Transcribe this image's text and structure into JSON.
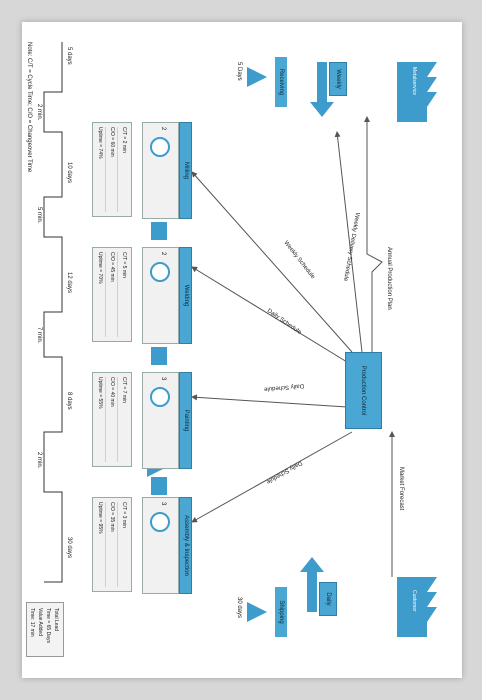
{
  "suppliers": {
    "label": "Metalservice"
  },
  "customer": {
    "label": "Customer"
  },
  "production_control": {
    "label": "Production Control"
  },
  "annual_plan": "Annual Production Plan",
  "market_forecast": "Market Forecast",
  "weekly_delivery_schedule": "Weekly Delivery Schedule",
  "weekly_schedule": "Weekly Schedule",
  "daily_schedule_1": "Daily Schedule",
  "daily_schedule_2": "Daily Schedule",
  "daily_schedule_3": "Daily Schedule",
  "truck_in": "Weekly",
  "truck_out": "Daily",
  "receiving": {
    "label": "Receiving",
    "inventory": "5 Days"
  },
  "shipping": {
    "label": "Shipping",
    "inventory": "30 days"
  },
  "processes": [
    {
      "name": "Milling",
      "operators": "2",
      "data": [
        "C/T = 2 min",
        "C/O = 60 min",
        "Uptime = 74%"
      ]
    },
    {
      "name": "Welding",
      "operators": "2",
      "data": [
        "C/T = 5 min",
        "C/O = 45 min",
        "Uptime = 70%"
      ]
    },
    {
      "name": "Painting",
      "operators": "3",
      "data": [
        "C/T = 7 min",
        "C/O = 40 min",
        "Uptime = 55%"
      ]
    },
    {
      "name": "Assembly & Inspection",
      "operators": "3",
      "data": [
        "C/T = 3 min",
        "C/O = 35 min",
        "Uptime = 95%"
      ]
    }
  ],
  "timeline": {
    "wait": [
      "5 days",
      "10 days",
      "12 days",
      "8 days",
      "30 days"
    ],
    "process": [
      "2 min.",
      "5 min.",
      "7 min.",
      "2 min."
    ]
  },
  "summary": [
    "Total Lead",
    "Time = 65 Days",
    "Value Added",
    "Time: 17 min"
  ],
  "note": "Note: C/T = Cycle Time; C/O = Changeover Time",
  "colors": {
    "accent": "#4aa6d2",
    "arrow": "#3d9ccb"
  }
}
